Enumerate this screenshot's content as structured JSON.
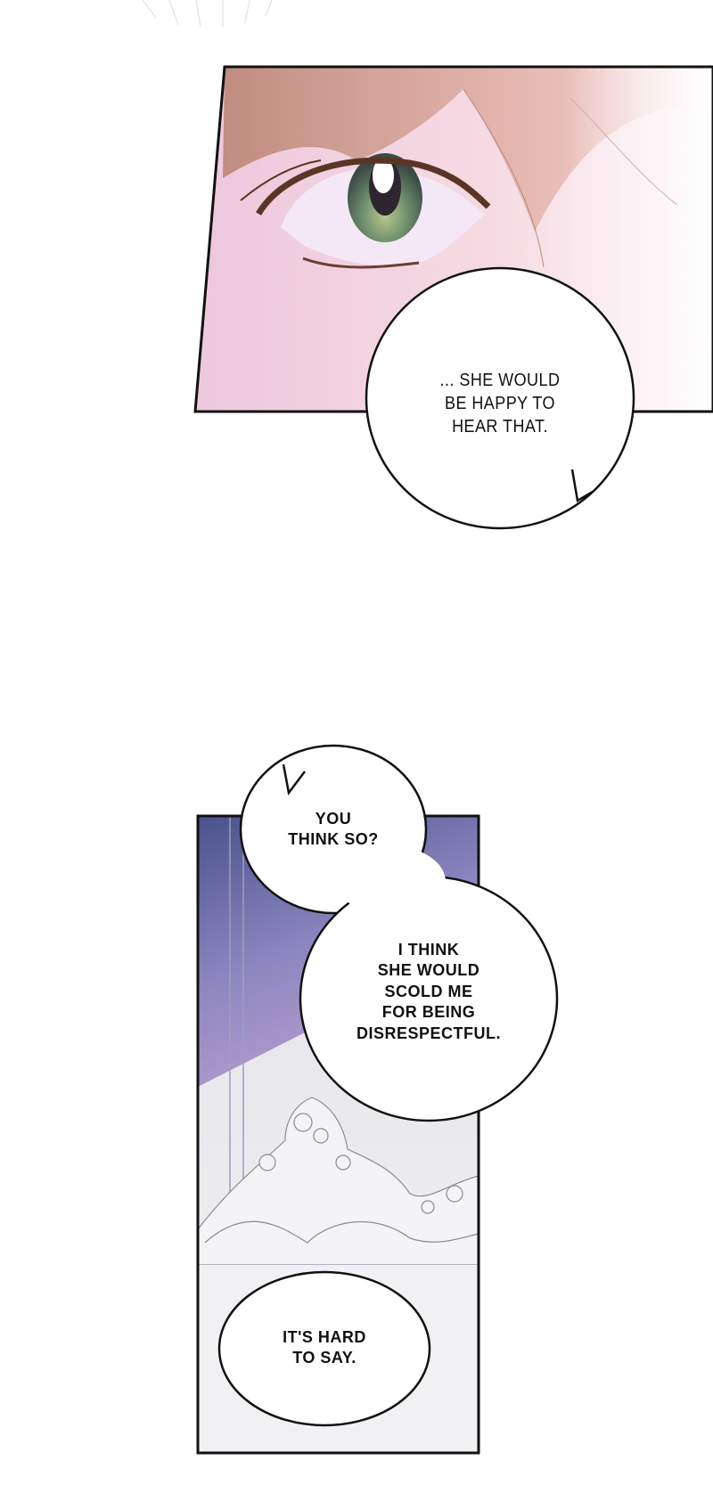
{
  "panels": [
    {
      "bubbles": [
        {
          "lines": [
            "... SHE WOULD",
            "BE HAPPY TO",
            "HEAR THAT."
          ]
        }
      ]
    },
    {
      "bubbles": [
        {
          "lines": [
            "YOU",
            "THINK SO?"
          ]
        },
        {
          "lines": [
            "I THINK",
            "SHE WOULD",
            "SCOLD ME",
            "FOR BEING",
            "DISRESPECTFUL."
          ]
        },
        {
          "lines": [
            "IT'S HARD",
            "TO SAY."
          ]
        }
      ]
    }
  ],
  "colors": {
    "skin": "#f3d6e0",
    "hair": "#c98f7c",
    "iris": "#6f8f6e",
    "night_top": "#4d5690",
    "night_mid": "#a08ac4",
    "wall": "#e9e8ec"
  }
}
